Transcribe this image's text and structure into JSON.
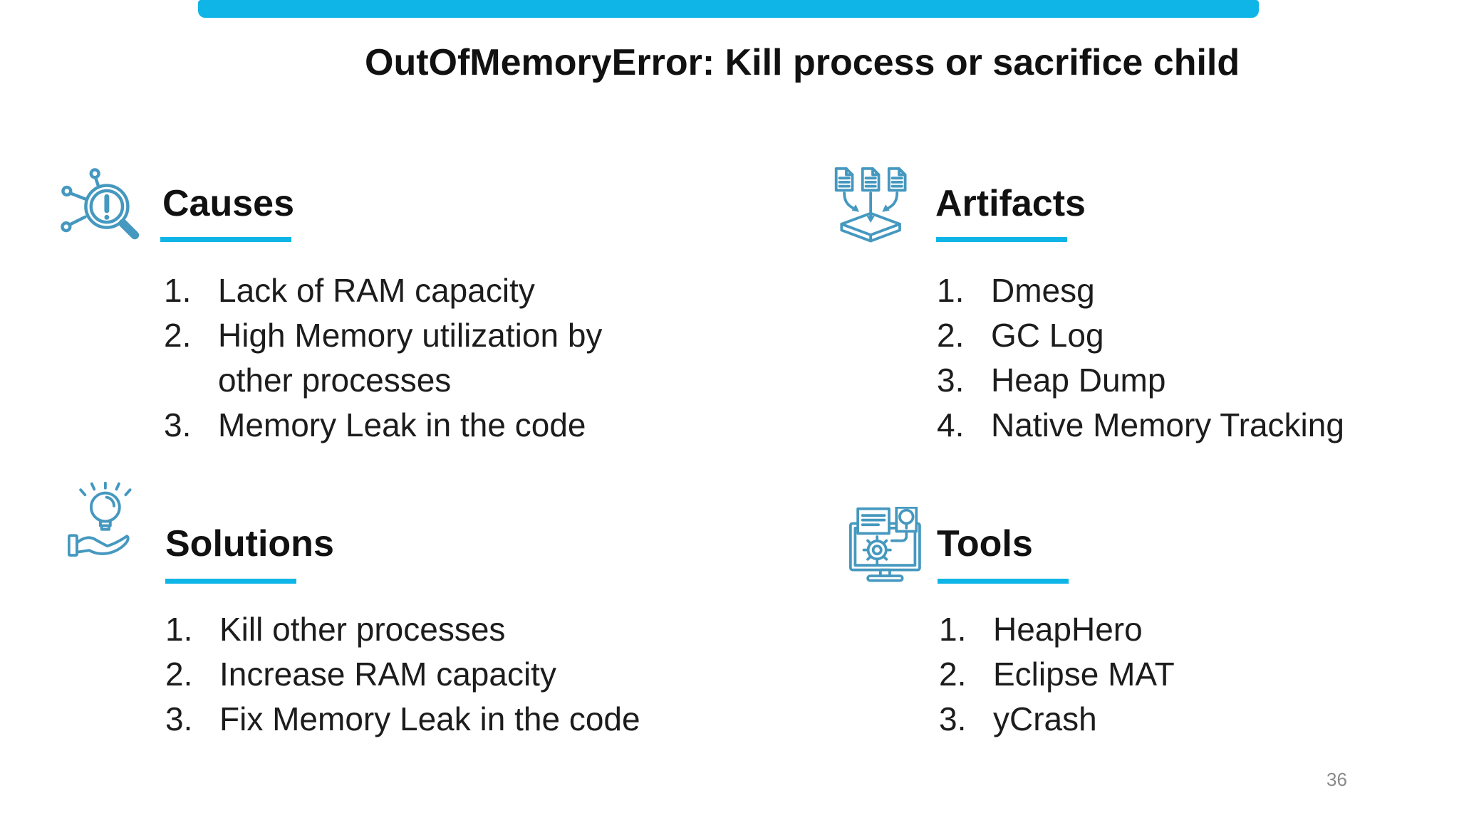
{
  "slide": {
    "title": "OutOfMemoryError: Kill process or sacrifice child",
    "page_number": "36",
    "colors": {
      "accent": "#0fb5e7",
      "icon": "#4598bf",
      "text": "#1c1c1c",
      "page": "#8a8a8a"
    },
    "sections": [
      {
        "title": "Causes",
        "icon": "root-cause-magnifier-icon",
        "items": [
          "Lack of RAM capacity",
          "High Memory utilization by other processes",
          "Memory Leak in the code"
        ]
      },
      {
        "title": "Artifacts",
        "icon": "documents-collection-icon",
        "items": [
          "Dmesg",
          "GC Log",
          "Heap Dump",
          "Native Memory Tracking"
        ]
      },
      {
        "title": "Solutions",
        "icon": "hand-lightbulb-icon",
        "items": [
          "Kill other processes",
          "Increase RAM capacity",
          "Fix Memory Leak in the code"
        ]
      },
      {
        "title": "Tools",
        "icon": "monitor-gear-tools-icon",
        "items": [
          "HeapHero",
          "Eclipse MAT",
          "yCrash"
        ]
      }
    ]
  }
}
